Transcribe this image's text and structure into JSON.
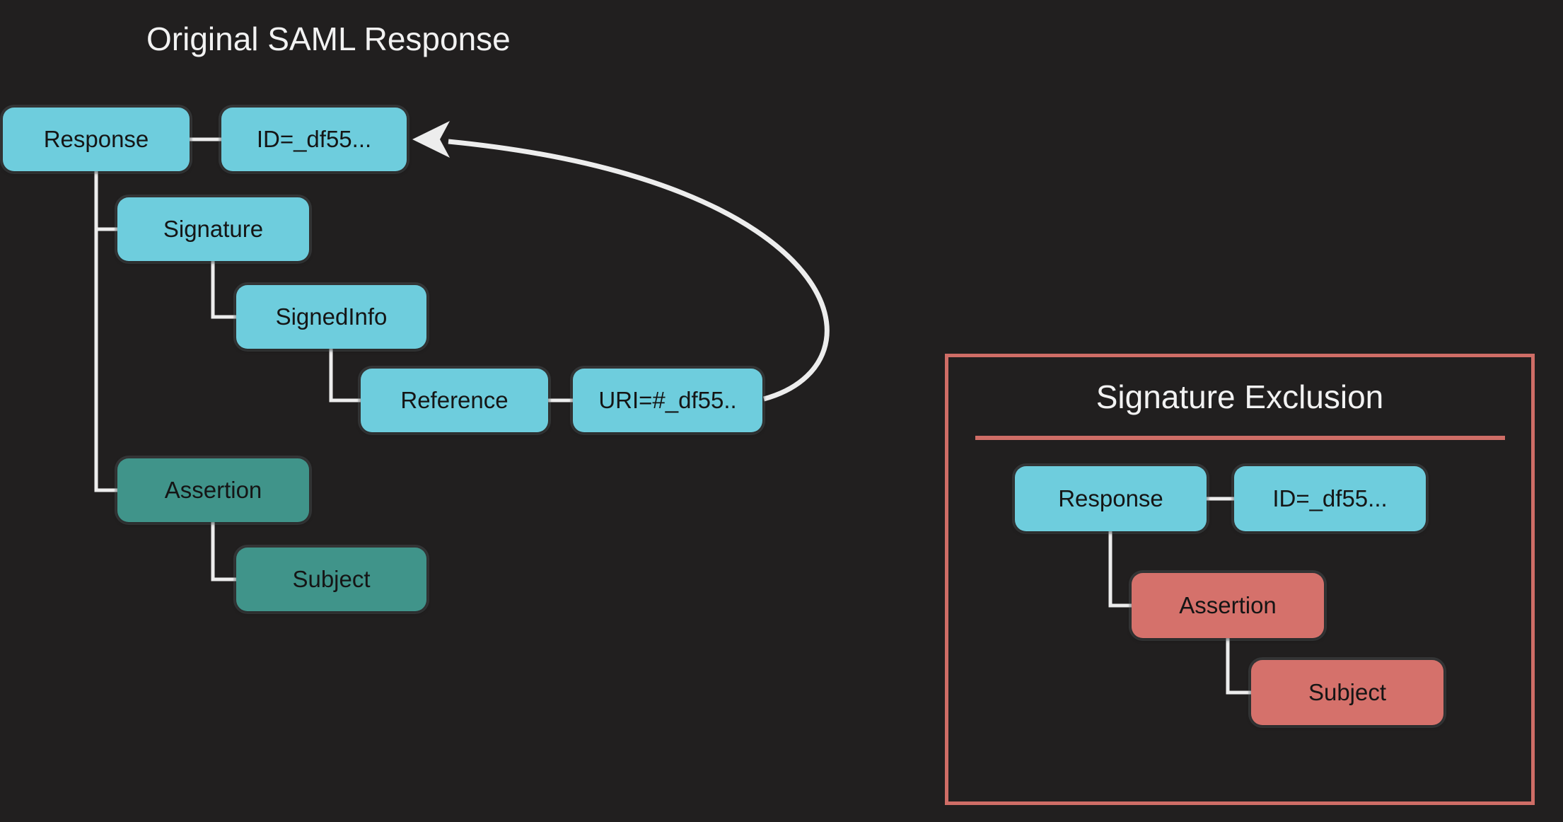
{
  "colors": {
    "background": "#211f1f",
    "node_cyan": "#6ecddd",
    "node_teal": "#40948a",
    "node_coral": "#d5716b",
    "panel_accent": "#cf6d66",
    "connector": "#ededed",
    "node_text": "#151515",
    "title_text": "#f2f2f2"
  },
  "original_tree": {
    "title": "Original SAML Response",
    "nodes": {
      "response": "Response",
      "id_attr": "ID=_df55...",
      "signature": "Signature",
      "signed_info": "SignedInfo",
      "reference": "Reference",
      "uri_attr": "URI=#_df55..",
      "assertion": "Assertion",
      "subject": "Subject"
    }
  },
  "exclusion_panel": {
    "title": "Signature Exclusion",
    "nodes": {
      "response": "Response",
      "id_attr": "ID=_df55...",
      "assertion": "Assertion",
      "subject": "Subject"
    }
  }
}
